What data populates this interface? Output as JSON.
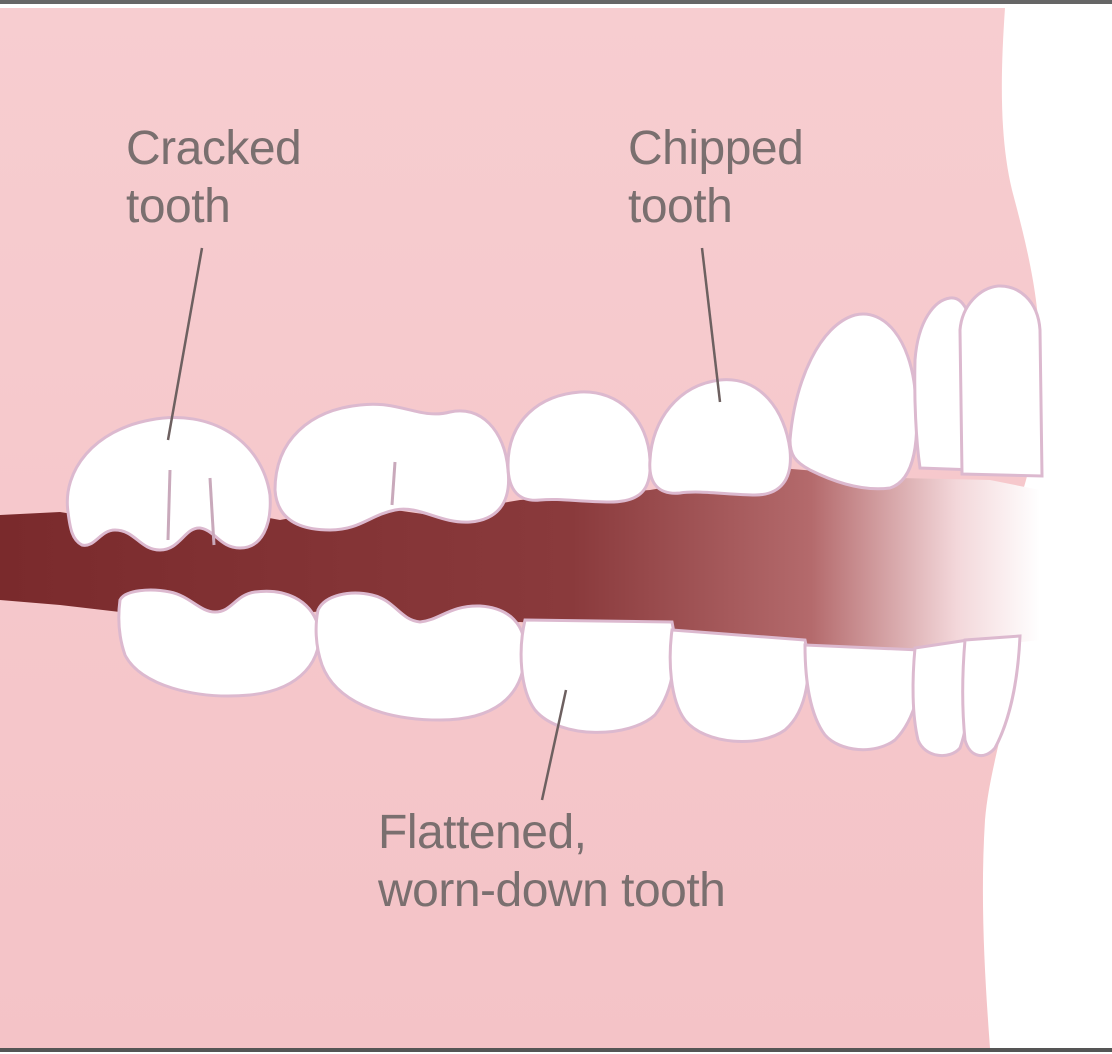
{
  "colors": {
    "gum": "#f6c9cc",
    "gum_shadow": "#e9a9b3",
    "tooth": "#ffffff",
    "tooth_outline": "#d9b6cc",
    "mouth_gap": "#7a2a2c",
    "label_text": "#7a6f6f",
    "leader_line": "#6d6060"
  },
  "labels": {
    "cracked": [
      "Cracked",
      "tooth"
    ],
    "chipped": [
      "Chipped",
      "tooth"
    ],
    "flattened": [
      "Flattened,",
      "worn-down tooth"
    ]
  }
}
